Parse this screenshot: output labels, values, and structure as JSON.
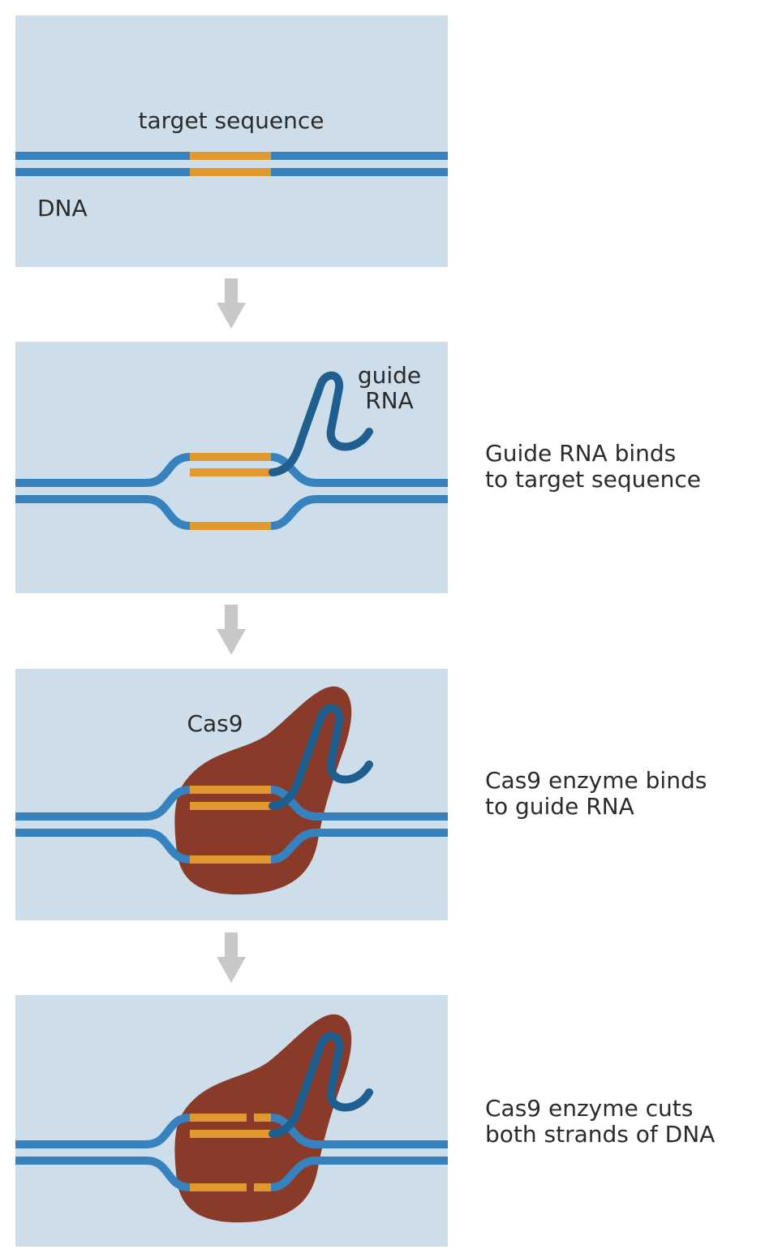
{
  "colors": {
    "panel": "#cddde9",
    "dna": "#3682bf",
    "target": "#e0982f",
    "guide_rna": "#1f5f8f",
    "cas9": "#8a3a28",
    "arrow": "#c8c8c8"
  },
  "panel1": {
    "target_label": "target sequence",
    "dna_label": "DNA"
  },
  "panel2": {
    "rna_label_line1": "guide",
    "rna_label_line2": "RNA",
    "caption_line1": "Guide RNA binds",
    "caption_line2": "to target sequence"
  },
  "panel3": {
    "cas9_label": "Cas9",
    "caption_line1": "Cas9 enzyme binds",
    "caption_line2": "to guide RNA"
  },
  "panel4": {
    "caption_line1": "Cas9 enzyme cuts",
    "caption_line2": "both strands of DNA"
  },
  "icons": {
    "step_arrow": "down-arrow-icon"
  }
}
